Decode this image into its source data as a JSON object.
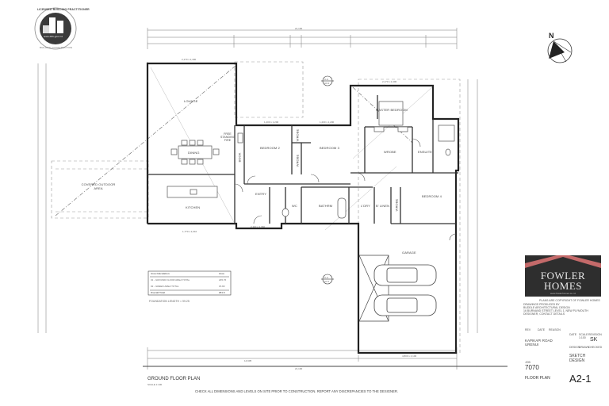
{
  "badge": {
    "top_text": "LICENSED BUILDING PRACTITIONER",
    "url": "www.dbh.govt.nz",
    "bottom_text": "BUILDING CONSTRUCTION"
  },
  "north_arrow": {
    "label": "N"
  },
  "rooms": {
    "lounge": "LOUNGE",
    "dining": "DINING",
    "kitchen": "KITCHEN",
    "free_standing_fire": "FREE STANDING FIRE",
    "book": "BOOK",
    "bedroom2": "BEDROOM 2",
    "bedroom3": "BEDROOM 3",
    "wrobe1": "WROBE",
    "wrobe2": "WROBE",
    "master_bedroom": "MASTER BEDROOM",
    "wrobe_master": "WROBE",
    "ensuite": "ENSUITE",
    "entry": "ENTRY",
    "wc": "WC",
    "bathroom": "BATHRM",
    "laundry": "L'DRY",
    "linen": "B' LINEN",
    "wrobe4": "WROBE",
    "bedroom4": "BEDROOM 4",
    "garage": "GARAGE",
    "covered_outdoor": "COVERED OUTDOOR AREA"
  },
  "dimensions": {
    "overall_top": "21,100",
    "overall_bottom": "21,100",
    "bottom_mid": "14,905",
    "lounge_window": "2,170 x 2,400",
    "master_window": "2,170 x 2,400",
    "bed2_window": "1,200 x 1,200",
    "bed3_window": "1,200 x 1,200",
    "entry_window": "2,110 x 1,740",
    "kitchen_window": "1,770 x 2,010",
    "garage_door": "4,800 x 2,100"
  },
  "area_schedule": {
    "header_left": "Area Calculation",
    "header_right": "Area",
    "rows": [
      {
        "label": "01 - GROUND FLOOR AREA TOTAL",
        "value": "245.76"
      },
      {
        "label": "02 - GREEN AREA TOTAL",
        "value": "15.82"
      }
    ],
    "total_label": "Overall Total",
    "total_value": "261.6"
  },
  "foundation_length": "FOUNDATION LENGTH = 99.25",
  "section_markers": [
    {
      "id": "A-A",
      "sheet": "A3-1"
    },
    {
      "id": "A-A",
      "sheet": "A3-1"
    }
  ],
  "plan_title": "GROUND FLOOR PLAN",
  "plan_scale": "SCALE 1:100",
  "notice": "CHECK ALL DIMENSIONS AND LEVELS ON SITE PRIOR TO CONSTRUCTION. REPORT ANY DISCREPANCIES TO THE DESIGNER.",
  "title_block": {
    "brand_line1": "FOWLER",
    "brand_line2": "HOMES",
    "trademark": "TM",
    "website": "www.fowlerhomes.co.nz",
    "copyright": "PLANS ARE COPYRIGHT OF FOWLER HOMES",
    "prepared_by": "DRAWINGS PRODUCED BY",
    "designer": "BUDDLE ARCHITECTURAL DESIGN",
    "address_line": "16 BURNAND STREET LEVEL 1, NEW PLYMOUTH",
    "contact_line": "DESIGNER, CONTACT DETAILS",
    "rev_label": "REV",
    "date_label": "DATE",
    "reason_label": "REASON",
    "site_address_1": "KAPIKAPI ROAD",
    "site_address_2": "URENUI",
    "date_col": "DATE",
    "scale_col": "SCALE",
    "revision_col": "REVISION",
    "scale_value": "1:100",
    "revision_value": "SK",
    "design_col": "DESIGN",
    "drawn_col": "DRAWN",
    "checked_col": "CHECKED",
    "status_line1": "SKETCH",
    "status_line2": "DESIGN",
    "job_label": "JOB",
    "job_number": "7070",
    "sheet_title": "FLOOR PLAN",
    "sheet_number": "A2-1"
  }
}
